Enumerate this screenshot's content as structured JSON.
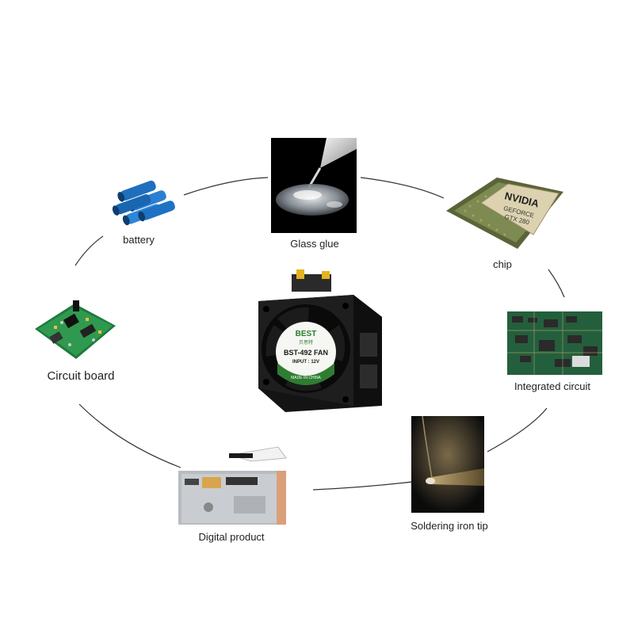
{
  "applications": [
    {
      "id": "battery",
      "label": "battery"
    },
    {
      "id": "glass-glue",
      "label": "Glass glue"
    },
    {
      "id": "chip",
      "label": "chip",
      "chip_brand": "NVIDIA",
      "chip_model_line1": "GEFORCE",
      "chip_model_line2": "GTX 280"
    },
    {
      "id": "circuit-board",
      "label": "Circuit board"
    },
    {
      "id": "integrated-circuit",
      "label": "Integrated circuit"
    },
    {
      "id": "digital-product",
      "label": "Digital product"
    },
    {
      "id": "soldering-iron-tip",
      "label": "Soldering iron tip"
    }
  ],
  "fan": {
    "brand": "BEST",
    "brand_cn": "贝思特",
    "model": "BST-492 FAN",
    "input": "INPUT : 12V",
    "origin": "MADE IN CHINA"
  },
  "colors": {
    "ring_line": "#333333",
    "fan_body": "#1a1a1a",
    "label_green": "#2e7d32",
    "chip_gold": "#c9b98a"
  }
}
